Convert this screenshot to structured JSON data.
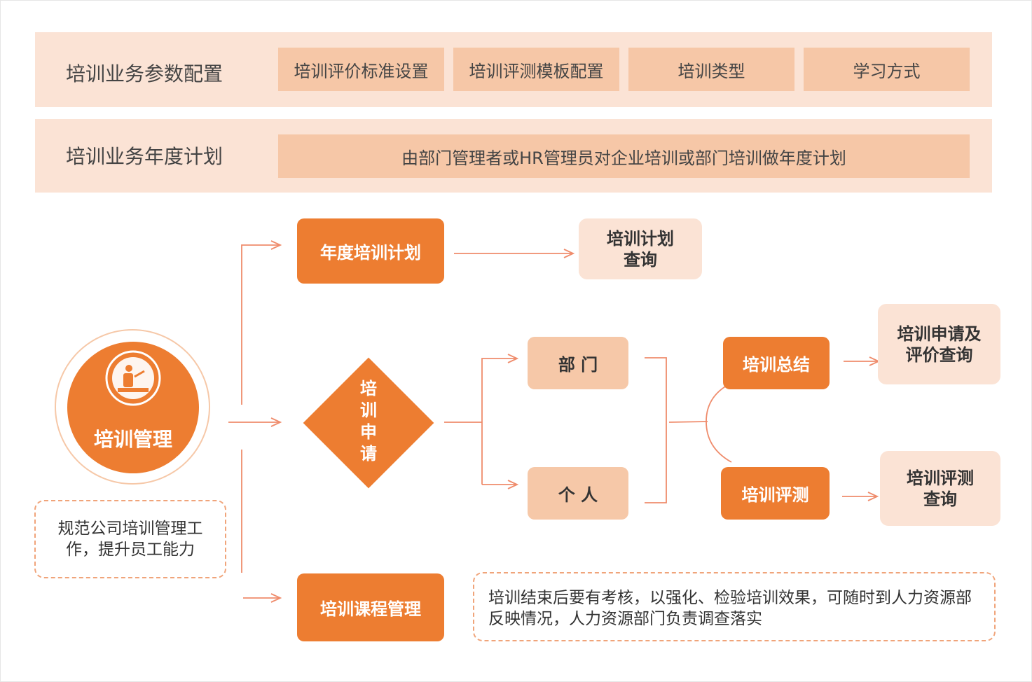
{
  "config_band": {
    "title": "培训业务参数配置",
    "chips": [
      "培训评价标准设置",
      "培训评测模板配置",
      "培训类型",
      "学习方式"
    ]
  },
  "plan_band": {
    "title": "培训业务年度计划",
    "description": "由部门管理者或HR管理员对企业培训或部门培训做年度计划"
  },
  "center": {
    "label": "培训管理",
    "icon": "presenter-icon",
    "note": "规范公司培训管理工作，提升员工能力"
  },
  "flow": {
    "annual_plan": "年度培训计划",
    "annual_plan_query": "培训计划\n查询",
    "application": "培\n训\n申\n请",
    "department": "部 门",
    "individual": "个 人",
    "summary": "培训总结",
    "evaluation": "培训评测",
    "application_query": "培训申请及\n评价查询",
    "evaluation_query": "培训评测\n查询",
    "course_management": "培训课程管理",
    "course_note": "培训结束后要有考核，以强化、检验培训效果，可随时到人力资源部反映情况，人力资源部门负责调查落实"
  },
  "colors": {
    "accent": "#ed7d31",
    "light": "#f6c8a8",
    "pale": "#fbe3d5",
    "connector": "#ef8c6c"
  }
}
